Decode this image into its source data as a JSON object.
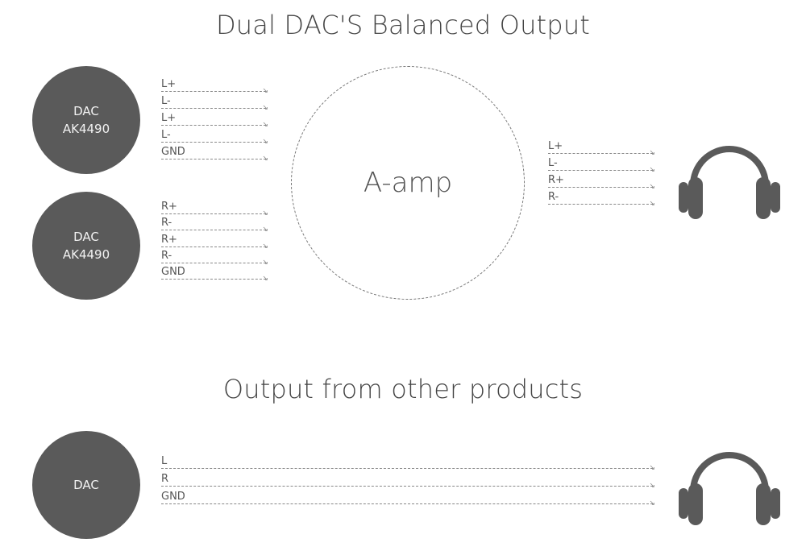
{
  "titles": {
    "top": "Dual DAC'S Balanced Output",
    "bottom": "Output from other products"
  },
  "dacs": {
    "top1": {
      "line1": "DAC",
      "line2": "AK4490"
    },
    "top2": {
      "line1": "DAC",
      "line2": "AK4490"
    },
    "bottom": {
      "line1": "DAC"
    }
  },
  "amp": {
    "label": "A-amp"
  },
  "signals": {
    "dac1": [
      "L+",
      "L-",
      "L+",
      "L-",
      "GND"
    ],
    "dac2": [
      "R+",
      "R-",
      "R+",
      "R-",
      "GND"
    ],
    "amp_out": [
      "L+",
      "L-",
      "R+",
      "R-"
    ],
    "bottom": [
      "L",
      "R",
      "GND"
    ]
  },
  "icons": {
    "headphones_top": "headphones-icon",
    "headphones_bottom": "headphones-icon"
  },
  "colors": {
    "dac_fill": "#5a5a5a",
    "line": "#888888",
    "icon": "#5a5a5a"
  }
}
